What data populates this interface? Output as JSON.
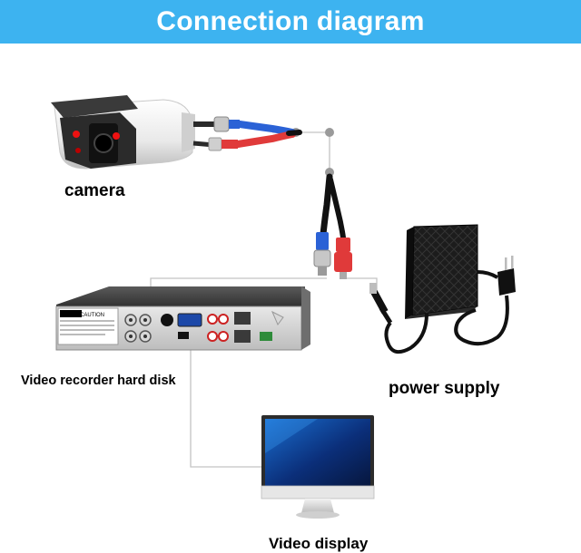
{
  "header": {
    "title": "Connection diagram",
    "background": "#3db3f0"
  },
  "labels": {
    "camera": "camera",
    "recorder": "Video recorder hard disk",
    "power": "power supply",
    "display": "Video display"
  },
  "device_panel": {
    "caution": "CAUTION"
  },
  "colors": {
    "video_connector": "#2b62d6",
    "power_connector": "#e03a3a",
    "wire": "#bdbdbd",
    "node": "#9a9a9a"
  }
}
